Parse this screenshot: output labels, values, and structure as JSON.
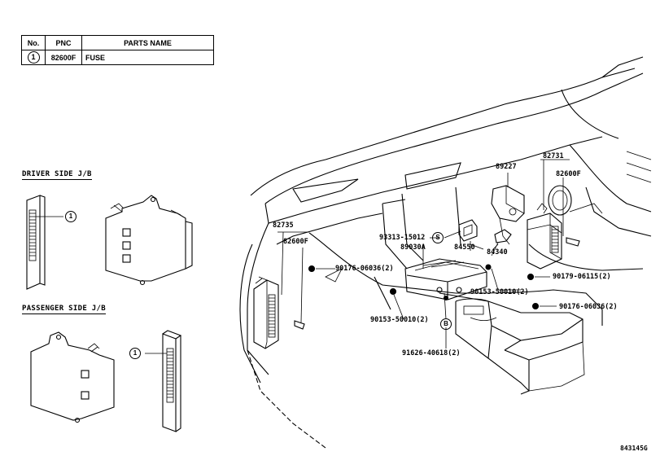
{
  "parts_table": {
    "headers": {
      "no": "No.",
      "pnc": "PNC",
      "parts_name": "PARTS NAME"
    },
    "rows": [
      {
        "no": "1",
        "pnc": "82600F",
        "parts_name": "FUSE"
      }
    ]
  },
  "sections": {
    "driver": "DRIVER SIDE J/B",
    "passenger": "PASSENGER SIDE J/B"
  },
  "callouts": {
    "c82735": "82735",
    "c82600f_left": "82600F",
    "c90176_left": "90176-06036(2)",
    "c93313": "93313-15012",
    "c89030a": "89030A",
    "c89227": "89227",
    "c84550": "84550",
    "c84340": "84340",
    "c82731": "82731",
    "c82600f_right": "82600F",
    "c90179": "90179-06115(2)",
    "c90153_mid": "90153-50010(2)",
    "c90153_left": "90153-50010(2)",
    "c90176_right": "90176-06036(2)",
    "c91626": "91626-40618(2)",
    "driver_ref": "1",
    "passenger_ref": "1",
    "s_badge": "S",
    "b_badge": "B"
  },
  "figure_id": "843145G"
}
